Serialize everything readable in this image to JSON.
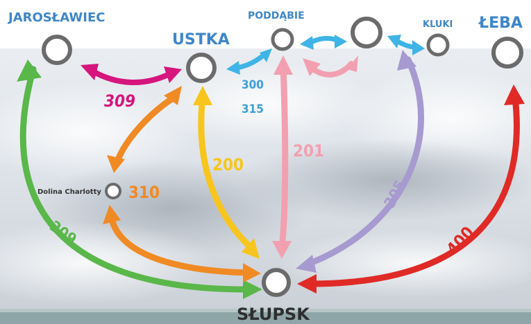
{
  "colors": {
    "city_label": "#3f86c8",
    "slupsk_label": "#2e2e2e",
    "small_label": "#333333",
    "node_stroke": "#6b6b6b",
    "node_fill": "#ffffff",
    "route_309": "#d6157d",
    "route_310": "#f08a24",
    "route_200": "#f7c51d",
    "route_201": "#f2a0b0",
    "route_305": "#a79ad0",
    "route_400": "#e02a26",
    "route_209": "#5ab74a",
    "route_300_315": "#3fb4e6"
  },
  "cities": {
    "jaroslawiec": "JAROSŁAWIEC",
    "ustka": "USTKA",
    "poddabie": "PODDĄBIE",
    "kluki": "KLUKI",
    "leba": "ŁEBA",
    "dolina": "Dolina Charlotty",
    "slupsk": "SŁUPSK"
  },
  "routes": {
    "r309": "309",
    "r300": "300",
    "r315": "315",
    "r310": "310",
    "r200": "200",
    "r201": "201",
    "r305": "305",
    "r400": "400",
    "r209": "209"
  }
}
